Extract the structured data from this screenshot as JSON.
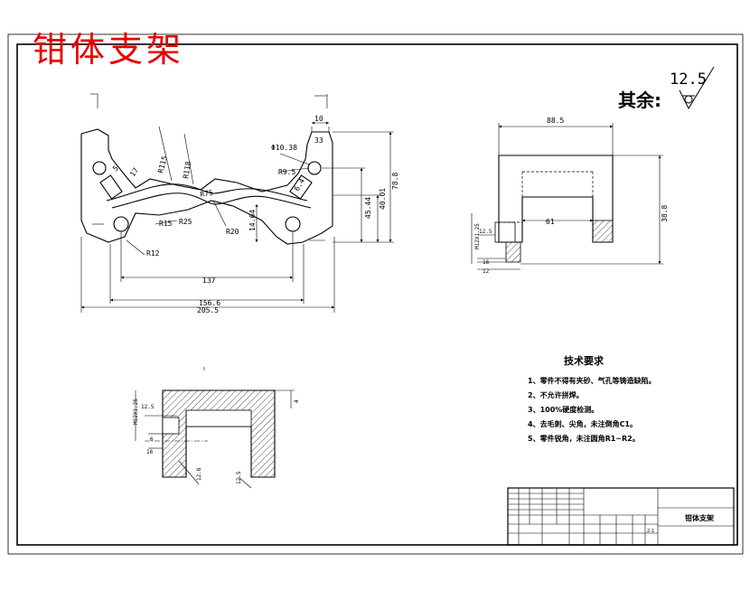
{
  "title": "钳体支架",
  "roughness": {
    "label": "其余:",
    "value": "12.5"
  },
  "tech_requirements": {
    "title": "技术要求",
    "items": [
      "1、零件不得有夹砂、气孔等铸造缺陷。",
      "2、不允许拼焊。",
      "3、100%硬度检测。",
      "4、去毛刺、尖角，未注倒角C1。",
      "5、零件锐角，未注圆角R1~R2。"
    ]
  },
  "title_block": {
    "part_name": "钳体支架",
    "scale": "2:1"
  },
  "front_view": {
    "dims": {
      "d205": "205.5",
      "d156": "156.6",
      "d137": "137",
      "d10": "10",
      "d33": "33",
      "phi1038": "Φ10.38",
      "r9": "R9.5",
      "d788": "78.8",
      "d4001": "40.01",
      "d4544": "45.44",
      "d1464": "14.64",
      "r12": "R12",
      "r15": "R15",
      "r25": "R25",
      "r20": "R20",
      "r115": "R115",
      "r118": "R118",
      "r75": "R75",
      "d5": "5",
      "d64": "6.4",
      "d17": "17"
    }
  },
  "side_view": {
    "dims": {
      "d885": "88.5",
      "d388": "38.8",
      "d61": "61",
      "d16": "16",
      "d12": "12",
      "d25": "12.5",
      "m12": "M12X1.25"
    }
  },
  "section_view": {
    "dims": {
      "d6": "6",
      "d16": "16",
      "d126": "12.6",
      "d125": "12.5",
      "d4": "4",
      "m12": "M12X1.25"
    }
  }
}
